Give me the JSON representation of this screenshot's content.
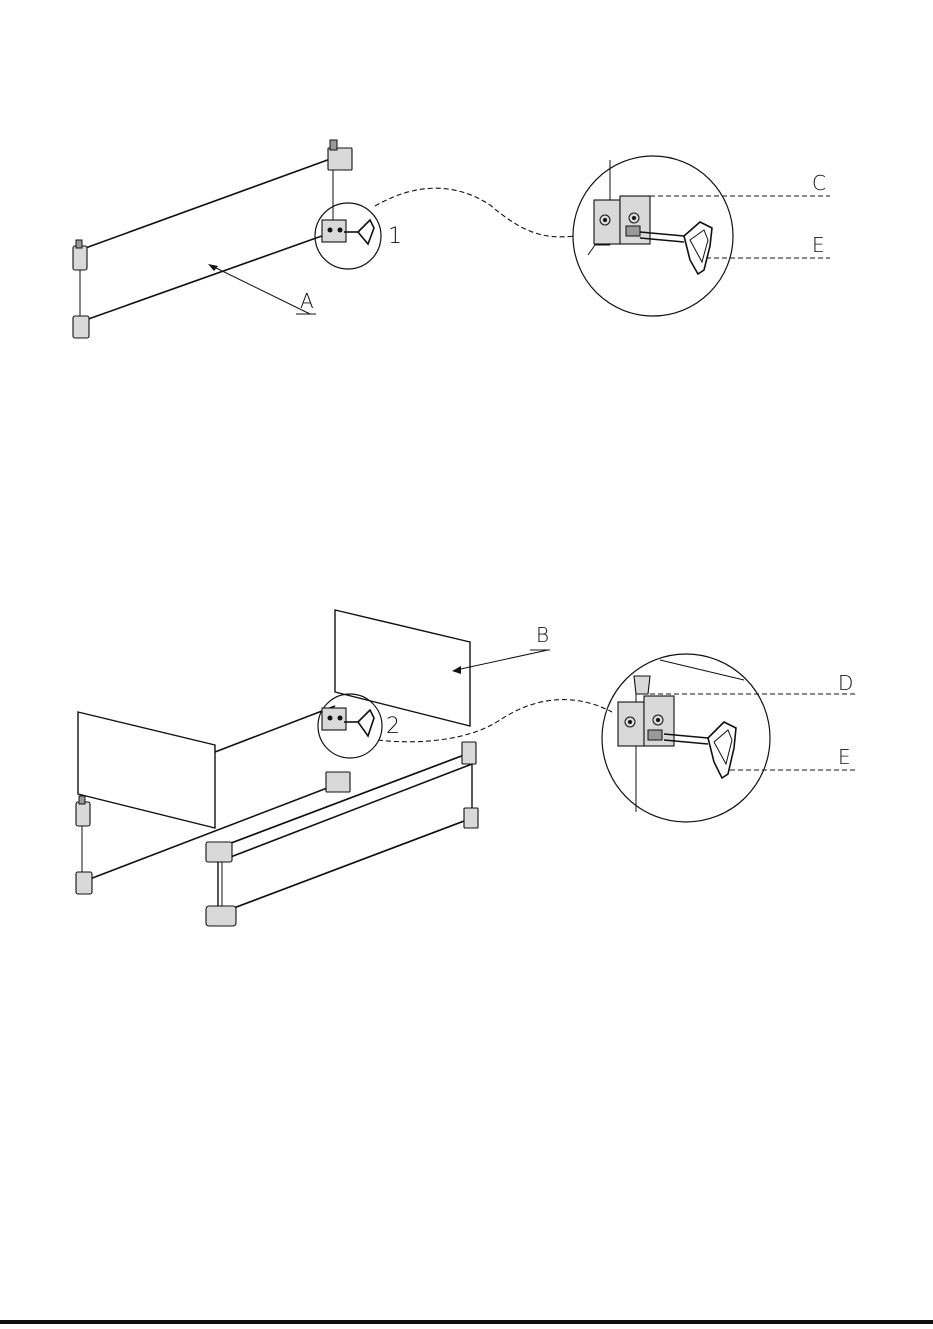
{
  "labels": {
    "part_a": "A",
    "part_b": "B",
    "part_c": "C",
    "part_d": "D",
    "part_e_top": "E",
    "part_e_bottom": "E",
    "step_1": "1",
    "step_2": "2"
  },
  "colors": {
    "line": "#111111",
    "hardware_fill": "#d9d9d9",
    "hardware_dark": "#9a9a9a",
    "background": "#ffffff"
  }
}
